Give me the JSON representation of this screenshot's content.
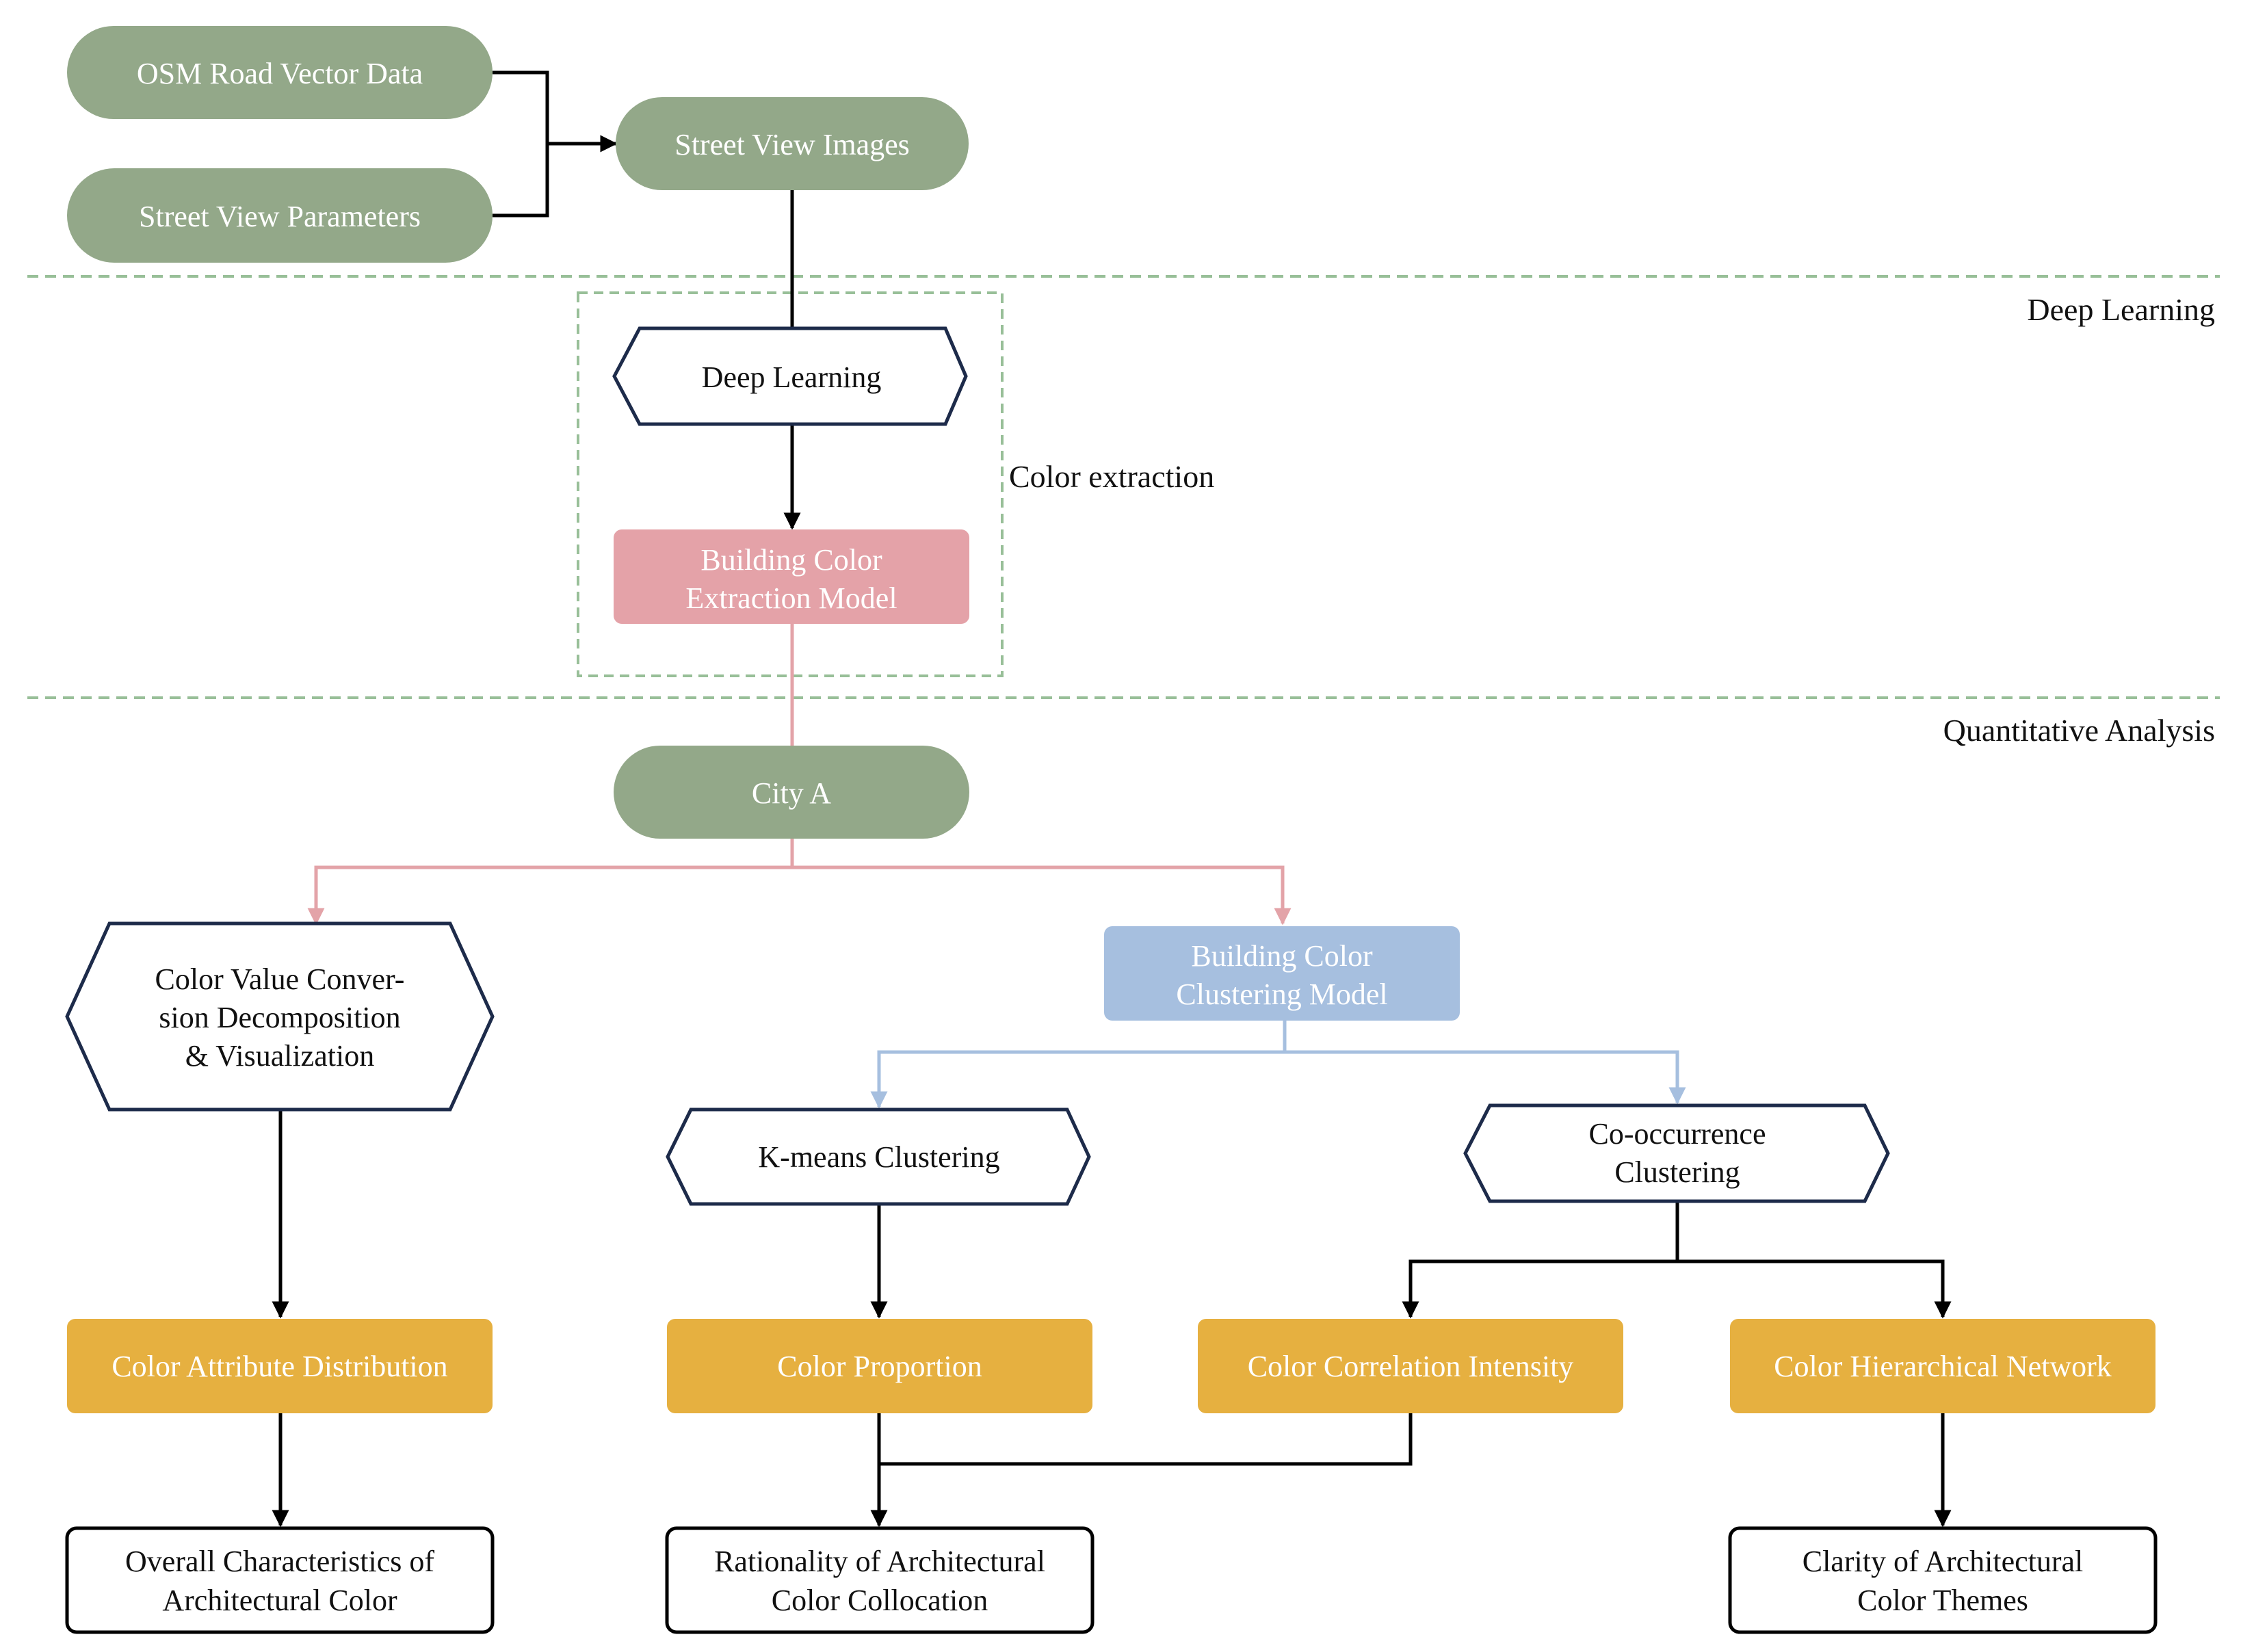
{
  "sections": {
    "deep_learning": "Deep Learning",
    "color_extraction": "Color extraction",
    "quantitative_analysis": "Quantitative Analysis"
  },
  "nodes": {
    "osm_road": "OSM Road Vector Data",
    "sv_params": "Street View Parameters",
    "sv_images": "Street View Images",
    "deep_learning": "Deep Learning",
    "extraction_model": [
      "Building Color",
      "Extraction Model"
    ],
    "city_a": "City A",
    "conversion": [
      "Color Value Conver-",
      "sion Decomposition",
      "& Visualization"
    ],
    "clustering_model": [
      "Building Color",
      "Clustering Model"
    ],
    "kmeans": "K-means Clustering",
    "cooccurrence": [
      "Co-occurrence",
      "Clustering"
    ],
    "attr_dist": "Color Attribute Distribution",
    "proportion": "Color Proportion",
    "correlation": "Color Correlation Intensity",
    "hierarchical": "Color Hierarchical Network",
    "overall": [
      "Overall Characteristics of",
      "Architectural Color"
    ],
    "rationality": [
      "Rationality of Architectural",
      "Color Collocation"
    ],
    "clarity": [
      "Clarity of Architectural",
      "Color Themes"
    ]
  },
  "colors": {
    "green": "#93a889",
    "pink": "#e4a2a8",
    "blue": "#a6bfdf",
    "orange": "#e6b040",
    "navy": "#1d2b4a",
    "divider": "#98bf98",
    "pink_line": "#e3a3a8",
    "blue_line": "#a6bfdf"
  }
}
